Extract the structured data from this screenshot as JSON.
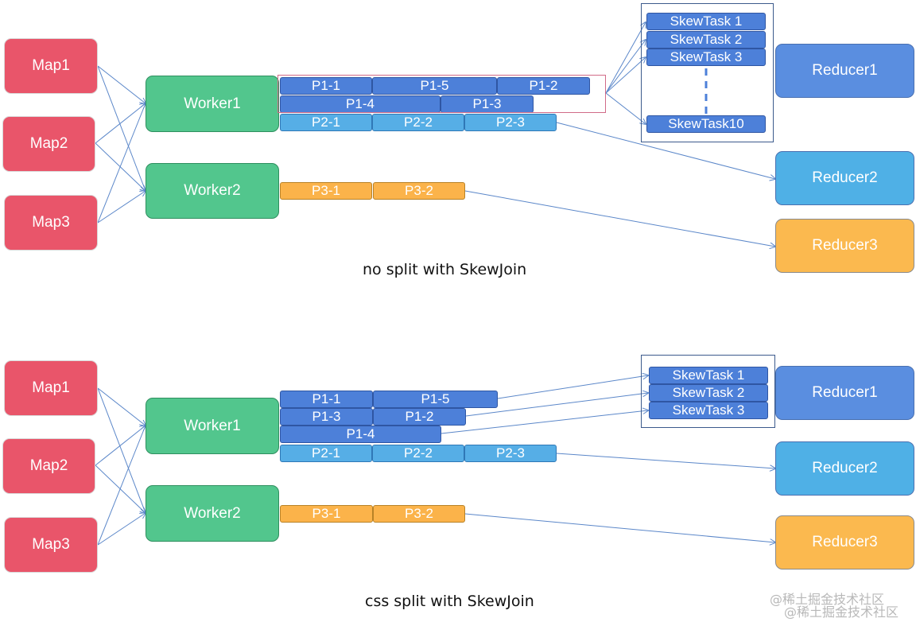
{
  "diagrams": [
    {
      "caption": "no split with SkewJoin",
      "maps": [
        "Map1",
        "Map2",
        "Map3"
      ],
      "workers": [
        "Worker1",
        "Worker2"
      ],
      "partitions": {
        "row1": [
          "P1-1",
          "P1-5",
          "P1-2"
        ],
        "row2": [
          "P1-4",
          "P1-3"
        ],
        "row3": [
          "P2-1",
          "P2-2",
          "P2-3"
        ],
        "row4": [
          "P3-1",
          "P3-2"
        ]
      },
      "skew_tasks": [
        "SkewTask 1",
        "SkewTask 2",
        "SkewTask 3",
        "SkewTask10"
      ],
      "reducers": [
        "Reducer1",
        "Reducer2",
        "Reducer3"
      ]
    },
    {
      "caption": "css split with SkewJoin",
      "maps": [
        "Map1",
        "Map2",
        "Map3"
      ],
      "workers": [
        "Worker1",
        "Worker2"
      ],
      "partitions": {
        "row1": [
          "P1-1",
          "P1-5"
        ],
        "row2": [
          "P1-3",
          "P1-2"
        ],
        "row3": [
          "P1-4"
        ],
        "row4": [
          "P2-1",
          "P2-2",
          "P2-3"
        ],
        "row5": [
          "P3-1",
          "P3-2"
        ]
      },
      "skew_tasks": [
        "SkewTask 1",
        "SkewTask 2",
        "SkewTask 3"
      ],
      "reducers": [
        "Reducer1",
        "Reducer2",
        "Reducer3"
      ]
    }
  ],
  "watermark": [
    "@稀土掘金技术社区",
    "@稀土掘金技术社区"
  ],
  "colors": {
    "map": "#e9556a",
    "worker": "#52c68d",
    "p1": "#4d80d9",
    "p2": "#56aee6",
    "p3": "#fbb34a",
    "reducer1": "#5a8ee0",
    "reducer2": "#4fb0e6",
    "reducer3": "#fbb94f",
    "edge": "#5b87c9"
  }
}
